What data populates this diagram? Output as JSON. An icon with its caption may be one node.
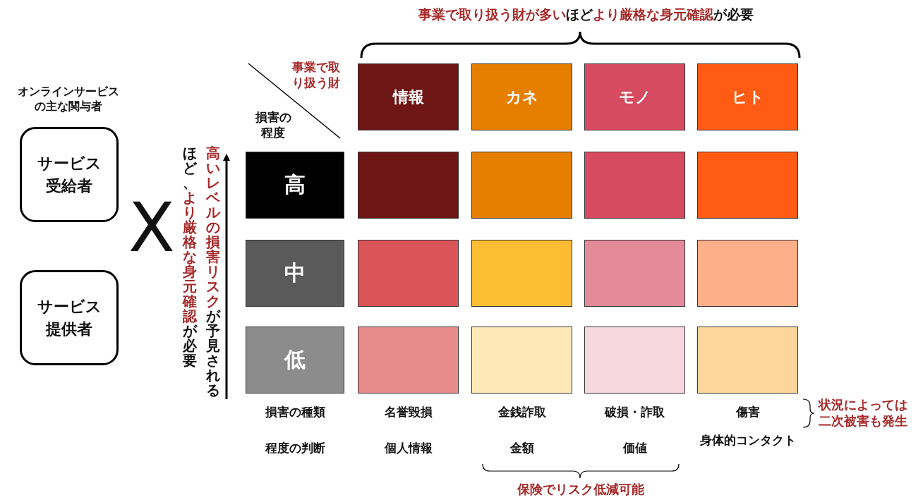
{
  "diagram": {
    "nodes": [
      {
        "text": [
          "サービス受給者"
        ]
      },
      {
        "text": [
          "サービス提供者"
        ]
      },
      {
        "text": [
          "情報"
        ]
      },
      {
        "text": [
          "カネ"
        ]
      },
      {
        "text": [
          "モノ"
        ]
      },
      {
        "text": [
          "ヒト"
        ]
      },
      {
        "text": [
          "高"
        ]
      },
      {
        "text": [],
        "shape": "box"
      },
      {
        "text": [],
        "shape": "box"
      },
      {
        "text": [],
        "shape": "box"
      },
      {
        "text": [],
        "shape": "box"
      },
      {
        "text": [
          "中"
        ]
      },
      {
        "text": [],
        "shape": "box"
      },
      {
        "text": [],
        "shape": "box"
      },
      {
        "text": [],
        "shape": "box"
      },
      {
        "text": [],
        "shape": "box"
      },
      {
        "text": [
          "低"
        ]
      },
      {
        "text": [],
        "shape": "box"
      },
      {
        "text": [],
        "shape": "box"
      },
      {
        "text": [],
        "shape": "box"
      },
      {
        "text": [],
        "shape": "box"
      }
    ],
    "edges": [],
    "labels": [
      "**事業で取り扱う財が多い**ほど**より厳格な身元確認**が必要",
      "オンラインサービスの主な関与者",
      "事業で取り扱う財",
      "損害の程度",
      "X",
      "**高いレベルの損害リスク**が予見されるほど、**より厳格な身元確認**が必要",
      "損害の種類",
      "名誉毀損",
      "金銭詐取",
      "破損・詐取",
      "傷害",
      "状況によっては二次被害も発生",
      "程度の判断",
      "個人情報",
      "金額",
      "価値",
      "身体的コンタクト",
      "保険でリスク低減可能"
    ]
  }
}
